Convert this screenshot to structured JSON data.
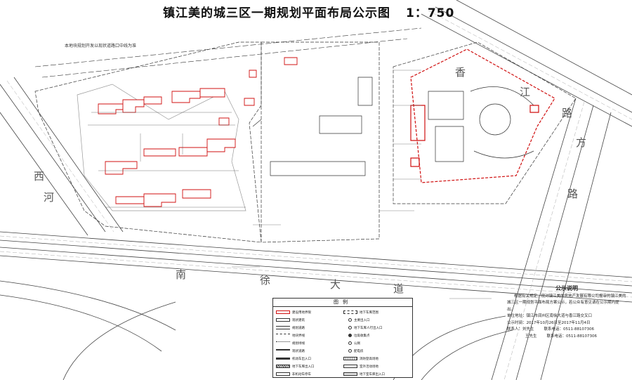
{
  "title": "镇江美的城三区一期规划平面布局公示图",
  "scale": "1：750",
  "map_labels": {
    "note_top": "本地块规划开发以现状道路口中线为准",
    "roads": [
      "香",
      "江",
      "路",
      "方",
      "西",
      "河",
      "路",
      "南",
      "徐",
      "大",
      "道"
    ]
  },
  "legend": {
    "title": "图例",
    "items": [
      {
        "label": "建设用地界限",
        "color": "#d01010"
      },
      {
        "label": "现状建筑",
        "color": "#333333"
      },
      {
        "label": "规划道路",
        "color": "#333333"
      },
      {
        "label": "地块界线",
        "color": "#333333"
      },
      {
        "label": "规划绿线",
        "color": "#333333"
      },
      {
        "label": "现状道路",
        "color": "#333333"
      },
      {
        "label": "机动车出入口",
        "color": "#333333"
      },
      {
        "label": "地下车库出入口",
        "color": "#333333"
      },
      {
        "label": "非机动车停车",
        "color": "#333333"
      },
      {
        "label": "地下车库范围",
        "color": "#333333"
      },
      {
        "label": "主要出入口",
        "color": "#333333"
      },
      {
        "label": "地下车库人行出入口",
        "color": "#333333"
      },
      {
        "label": "垃圾收集点",
        "color": "#333333"
      },
      {
        "label": "公厕",
        "color": "#333333"
      },
      {
        "label": "配电房",
        "color": "#333333"
      },
      {
        "label": "消防登高场地",
        "color": "#333333"
      },
      {
        "label": "室外活动场地",
        "color": "#333333"
      },
      {
        "label": "地下室车库出入口",
        "color": "#333333"
      }
    ]
  },
  "notice": {
    "title": "公示说明",
    "body": "根据有关规定，现对镇江美的房地产发展有限公司报审的镇江美的城三区一期规划平面布局方案公示，若公众有意见请在公示期内提出。",
    "address": "单位地址：镇江市润州区南徐大道与香江路交叉口",
    "period": "公示时间：2017年10月26日至2017年11月4日",
    "contacts": [
      {
        "name": "联系人：刘先生",
        "phone": "联系电话：0511-88107306"
      },
      {
        "name": "王先生",
        "phone": "联系电话：0511-88107306"
      }
    ]
  },
  "colors": {
    "boundary": "#d01010",
    "line": "#333333",
    "road": "#444444"
  }
}
